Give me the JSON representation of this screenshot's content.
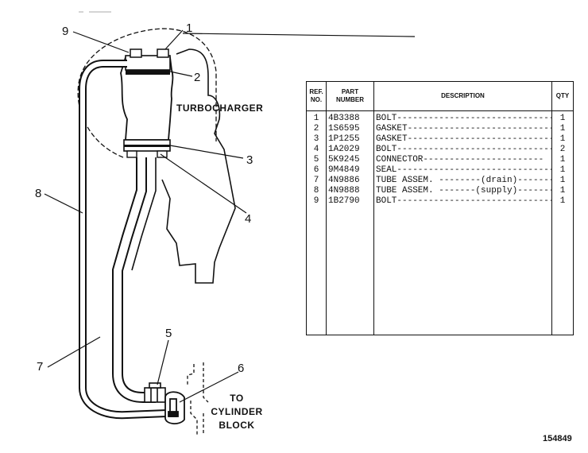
{
  "diagram": {
    "callouts": [
      "1",
      "2",
      "3",
      "4",
      "5",
      "6",
      "7",
      "8",
      "9"
    ],
    "labels": {
      "turbocharger": "TURBOCHARGER",
      "to_cylinder_block": [
        "TO",
        "CYLINDER",
        "BLOCK"
      ]
    }
  },
  "parts_table": {
    "headers": {
      "ref_no": [
        "REF.",
        "NO."
      ],
      "part_number": [
        "PART",
        "NUMBER"
      ],
      "description": "DESCRIPTION",
      "qty": "QTY"
    },
    "rows": [
      {
        "ref": "1",
        "part": "4B3388",
        "description": "BOLT-------------------------------",
        "qty": "1"
      },
      {
        "ref": "2",
        "part": "1S6595",
        "description": "GASKET----------------------------",
        "qty": "1"
      },
      {
        "ref": "3",
        "part": "1P1255",
        "description": "GASKET----------------------------",
        "qty": "1"
      },
      {
        "ref": "4",
        "part": "1A2029",
        "description": "BOLT-------------------------------",
        "qty": "2"
      },
      {
        "ref": "5",
        "part": "5K9245",
        "description": "CONNECTOR-----------------------",
        "qty": "1"
      },
      {
        "ref": "6",
        "part": "9M4849",
        "description": "SEAL--------------------------------",
        "qty": "1"
      },
      {
        "ref": "7",
        "part": "4N9886",
        "description": "TUBE ASSEM. --------(drain)--------",
        "qty": "1"
      },
      {
        "ref": "8",
        "part": "4N9888",
        "description": "TUBE ASSEM. -------(supply)-------",
        "qty": "1"
      },
      {
        "ref": "9",
        "part": "1B2790",
        "description": "BOLT-------------------------------",
        "qty": "1"
      }
    ]
  },
  "figure_number": "154849"
}
